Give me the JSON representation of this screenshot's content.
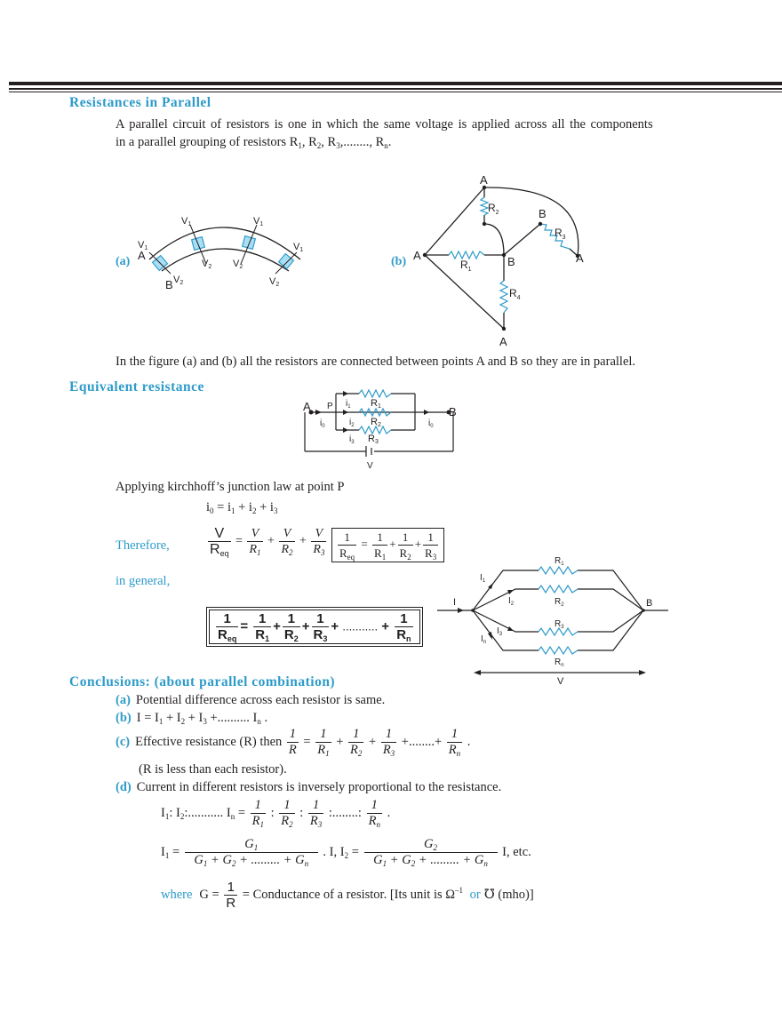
{
  "section1": {
    "heading": "Resistances in Parallel",
    "para_line1": "A parallel circuit of resistors is one in which the same voltage is applied across all the components",
    "para_line2_prefix": "in a parallel grouping of resistors R",
    "para_line2_mid": ", R",
    "para_line2_mid2": ", R",
    "para_line2_dots": ",........, R",
    "sub_1": "1",
    "sub_2": "2",
    "sub_3": "3",
    "sub_n": "n",
    "period": "."
  },
  "figure_a": {
    "label": "(a)",
    "labels": {
      "v1": "V",
      "v1_sub": "1",
      "v2": "V",
      "v2_sub": "2",
      "A": "A",
      "B": "B"
    }
  },
  "figure_b": {
    "label": "(b)",
    "labels": {
      "A": "A",
      "B": "B",
      "R": "R",
      "s1": "1",
      "s2": "2",
      "s3": "3",
      "s4": "4"
    }
  },
  "after_figure_text": "In the figure (a) and (b) all the resistors are connected between points A and B so they are in parallel.",
  "section2": {
    "heading": "Equivalent resistance",
    "circuit_labels": {
      "A": "A",
      "B": "B",
      "P": "P",
      "i": "i",
      "R": "R",
      "V": "V",
      "s0": "0",
      "s1": "1",
      "s2": "2",
      "s3": "3"
    },
    "kirchhoff_text": "Applying kirchhoff’s junction law at point P",
    "junction_eq": {
      "lhs": "i",
      "eq": " = i",
      "plus": " + i",
      "s0": "0",
      "s1": "1",
      "s2": "2",
      "s3": "3"
    },
    "therefore_label": "Therefore,",
    "in_general_label": "in general,",
    "eq_V": "V",
    "eq_Req": "R",
    "eq_Req_sub": "eq",
    "eq_R": "R",
    "eq_one": "1",
    "eq_plus": "+",
    "eq_equals": "=",
    "eq_dots": "...........",
    "general_circuit": {
      "I": "I",
      "B": "B",
      "R": "R",
      "V": "V",
      "sub1": "1",
      "sub2": "2",
      "sub3": "3",
      "subn": "n"
    }
  },
  "section3": {
    "heading": "Conclusions: (about parallel combination)",
    "items": [
      {
        "label": "(a)",
        "text": "Potential difference across each resistor is same."
      },
      {
        "label": "(b)",
        "text_prefix": "I = I",
        "text_plus": " + I",
        "text_dots": " +.......... I",
        "text_end": " ."
      },
      {
        "label": "(c)",
        "text_prefix": "Effective resistance (R) then",
        "dots": "........",
        "note": "(R is less than each resistor)."
      },
      {
        "label": "(d)",
        "text": "Current in different resistors is inversely proportional to the resistance."
      }
    ],
    "ratio_prefix": "I",
    "ratio_colon": ": I",
    "ratio_dots": ":........... I",
    "ratio_eq": " =",
    "ratio_sep": ":",
    "ratio_sep_dots": ":........:",
    "current_I1": "I",
    "current_I2": ", I",
    "current_eq": " =",
    "current_G": "G",
    "current_mult": ". I",
    "current_etc": "I,  etc.",
    "current_plus": " + ",
    "current_dots": " + ......... + ",
    "where_label": "where",
    "where_G": "G  =",
    "where_text": "= Conductance of a resistor. [Its unit is",
    "unit_omega": "Ω",
    "unit_exp": "–1",
    "unit_or": "or",
    "unit_mho_symbol": "℧",
    "unit_mho": "(mho)]"
  },
  "colors": {
    "accent": "#2e9bc9",
    "resistor": "#2e9bc9",
    "text": "#231f20"
  }
}
